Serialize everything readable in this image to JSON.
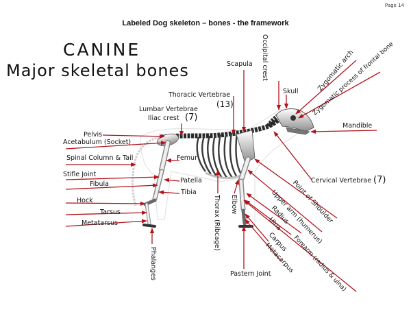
{
  "page_number": "Page 14",
  "document_title": "Labeled Dog skeleton – bones - the framework",
  "heading_line1": "CANINE",
  "heading_line2": "Major skeletal bones",
  "colors": {
    "arrow": "#b3121b",
    "bone": "#eeeeee",
    "bone_shadow": "#9a9a9a",
    "bone_dark": "#2a2a2a",
    "text": "#111111"
  },
  "labels": {
    "scapula": "Scapula",
    "occipital_crest": "Occipital crest",
    "zygomatic_arch": "Zygomatic arch",
    "zygomatic_frontal": "Zygomatic process of frontal bone",
    "skull": "Skull",
    "thoracic_vertebrae": "Thoracic Vertebrae",
    "thoracic_count": "(13)",
    "lumbar_vertebrae": "Lumbar Vertebrae",
    "iliac_crest": "Iliac crest",
    "lumbar_count": "(7)",
    "mandible": "Mandible",
    "pelvis": "Pelvis",
    "acetabulum": "Acetabulum (Socket)",
    "spinal_column": "Spinal Column & Tail",
    "femur": "Femur",
    "stifle_joint": "Stifle Joint",
    "fibula": "Fibula",
    "patella": "Patella",
    "tibia": "Tibia",
    "hock": "Hock",
    "tarsus": "Tarsus",
    "metatarsus": "Metatarsus",
    "cervical_vertebrae": "Cervical Vertebrae",
    "cervical_count": "(7)",
    "point_of_shoulder": "Point of Shoulder",
    "upper_arm": "Upper arm (humerus)",
    "radius": "Radius",
    "ulna": "Ulna",
    "forearm": "Forearm (radius & ulna)",
    "carpus": "Carpus",
    "metacarpus": "Metacarpus",
    "thorax": "Thorax (Ribcage)",
    "elbow": "Elbow",
    "phalanges": "Phalanges",
    "pastern_joint": "Pastern Joint"
  }
}
